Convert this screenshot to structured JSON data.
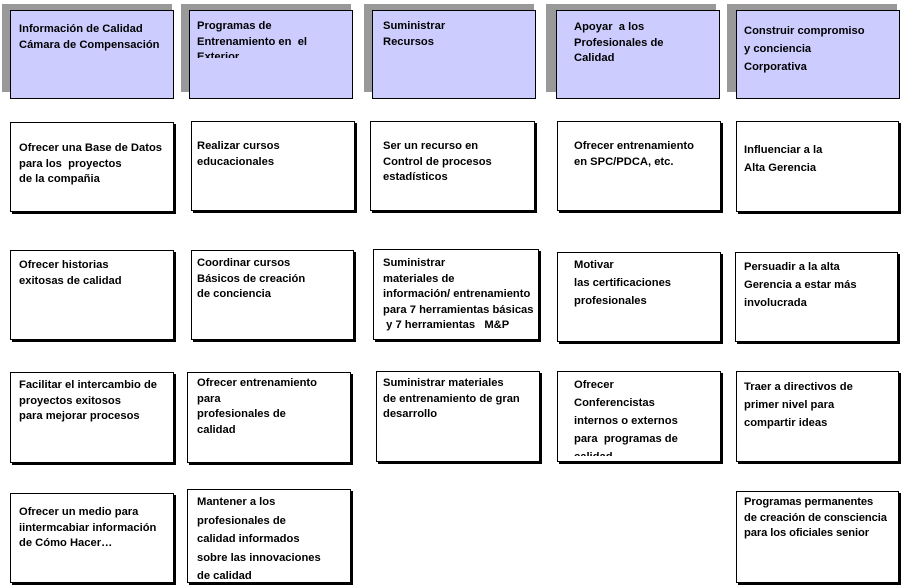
{
  "columns": [
    {
      "header": "Información de Calidad\nCámara de Compensación",
      "items": [
        "Ofrecer una Base de Datos\npara los  proyectos\nde la compañia",
        "Ofrecer historias\nexitosas de calidad",
        "Facilitar el intercambio de\nproyectos exitosos\npara mejorar procesos",
        "Ofrecer un medio para\niintermcabiar información\nde Cómo Hacer…"
      ]
    },
    {
      "header": "Programas de\nEntrenamiento en  el\nExterior",
      "items": [
        "Realizar cursos\neducacionales",
        "Coordinar cursos\nBásicos de creación\nde conciencia",
        "Ofrecer entrenamiento\npara\nprofesionales de\ncalidad",
        "Mantener a los\nprofesionales de\ncalidad informados\nsobre las innovaciones\nde calidad"
      ]
    },
    {
      "header": "Suministrar\nRecursos",
      "items": [
        "Ser un recurso en\nControl de procesos\nestadísticos",
        "Suministrar\nmateriales de\ninformación/ entrenamiento\npara 7 herramientas básicas\n y 7 herramientas   M&P",
        "Suministrar materiales\nde entrenamiento de gran\ndesarrollo"
      ]
    },
    {
      "header": "Apoyar  a los\nProfesionales de\nCalidad",
      "items": [
        "Ofrecer entrenamiento\nen SPC/PDCA, etc.",
        "Motivar\nlas certificaciones\nprofesionales",
        "Ofrecer\nConferencistas\ninternos o externos\npara  programas de\ncalidad"
      ]
    },
    {
      "header": "Construir compromiso\ny conciencia\nCorporativa",
      "items": [
        "Influenciar a la\nAlta Gerencia",
        "Persuadir a la alta\nGerencia a estar más\ninvolucrada",
        "Traer a directivos de\nprimer nivel para\ncompartir ideas",
        "Programas permanentes\nde creación de consciencia\npara los oficiales senior"
      ]
    }
  ]
}
